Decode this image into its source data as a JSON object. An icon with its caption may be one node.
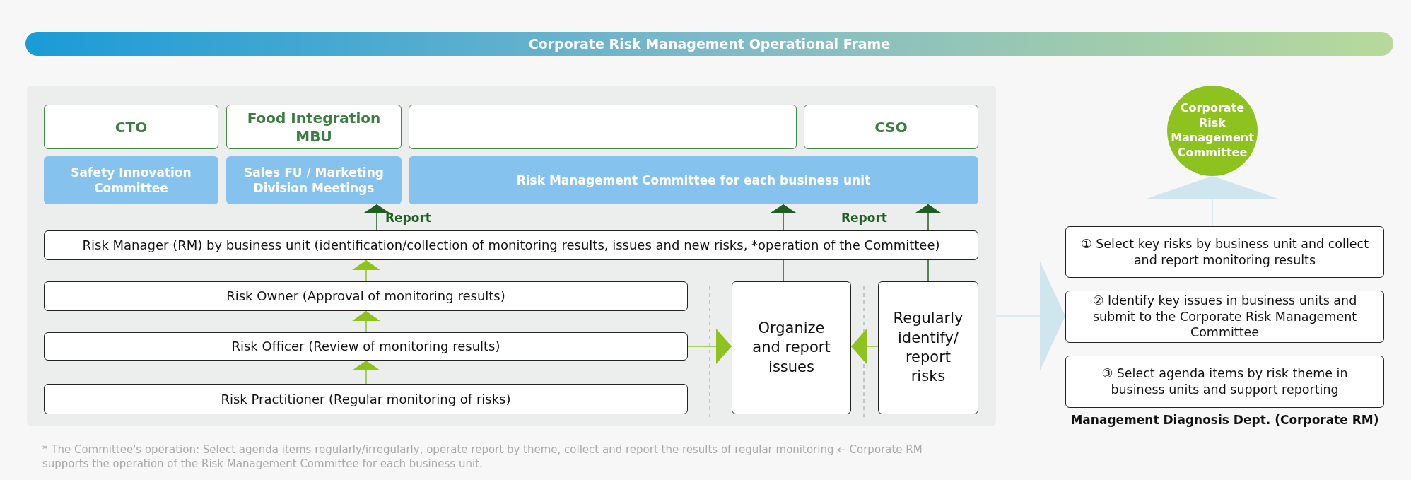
{
  "diagram": {
    "title": "Corporate Risk Management Operational Frame",
    "caption": "* The Committee's operation: Select agenda items regularly/irregularly, operate report by theme, collect and report the results of regular monitoring ← Corporate RM supports the operation of the Risk Management Committee for each business unit.",
    "nodes": [
      {
        "text": [],
        "shape": "box"
      },
      {
        "text": [
          "CTO"
        ],
        "in": 0
      },
      {
        "text": [
          "Food Integration MBU"
        ],
        "in": 0
      },
      {
        "text": [],
        "shape": "box",
        "in": 0
      },
      {
        "text": [
          "CSO"
        ],
        "in": 0
      },
      {
        "text": [
          "Safety Innovation Committee"
        ],
        "in": 0
      },
      {
        "text": [
          "Sales FU / Marketing Division Meetings"
        ],
        "in": 0
      },
      {
        "text": [
          "Risk Management Committee for each business unit"
        ],
        "in": 0
      },
      {
        "text": [
          "Risk Manager (RM) by business unit (identification/collection of monitoring results, issues and new risks, *operation of the Committee)"
        ],
        "in": 0
      },
      {
        "text": [
          "Risk Owner (Approval of monitoring results)"
        ],
        "in": 0
      },
      {
        "text": [
          "Risk Officer (Review of monitoring results)"
        ],
        "in": 0
      },
      {
        "text": [
          "Risk Practitioner (Regular monitoring of risks)"
        ],
        "in": 0
      },
      {
        "text": [
          "Organize and report issues"
        ],
        "in": 0
      },
      {
        "text": [
          "Regularly identify/ report risks"
        ],
        "in": 0
      },
      {
        "text": [
          "Corporate Risk Management Committee"
        ]
      },
      {
        "text": [
          "① Select key risks by business unit and collect and report monitoring results"
        ]
      },
      {
        "text": [
          "② Identify key issues in business units and submit to the Corporate Risk Management Committee"
        ]
      },
      {
        "text": [
          "③ Select agenda items by risk theme in business units and support reporting"
        ]
      }
    ],
    "edges": [
      {
        "from": 11,
        "to": 10,
        "arrow": "to"
      },
      {
        "from": 10,
        "to": 9,
        "arrow": "to"
      },
      {
        "from": 9,
        "to": 8,
        "arrow": "to"
      },
      {
        "from": 8,
        "to": 6,
        "arrow": "to",
        "label": "Report",
        "color": "#1f5f22"
      },
      {
        "from": 12,
        "to": 8,
        "arrow": "none",
        "color": "#1f5f22"
      },
      {
        "from": 8,
        "to": 7,
        "arrow": "to",
        "color": "#1f5f22"
      },
      {
        "from": 13,
        "to": 8,
        "arrow": "none",
        "color": "#1f5f22"
      },
      {
        "from": 8,
        "to": 7,
        "arrow": "to",
        "label": "Report",
        "color": "#1f5f22"
      },
      {
        "from": 10,
        "to": 12,
        "arrow": "to"
      },
      {
        "from": 13,
        "to": 12,
        "arrow": "to"
      },
      {
        "from": 0,
        "to": 16,
        "arrow": "to",
        "color": "#cfe6ef"
      },
      {
        "from": 15,
        "to": 14,
        "arrow": "to",
        "color": "#cfe6ef"
      }
    ],
    "labels": [
      "Management Diagnosis Dept. (Corporate RM)"
    ]
  }
}
